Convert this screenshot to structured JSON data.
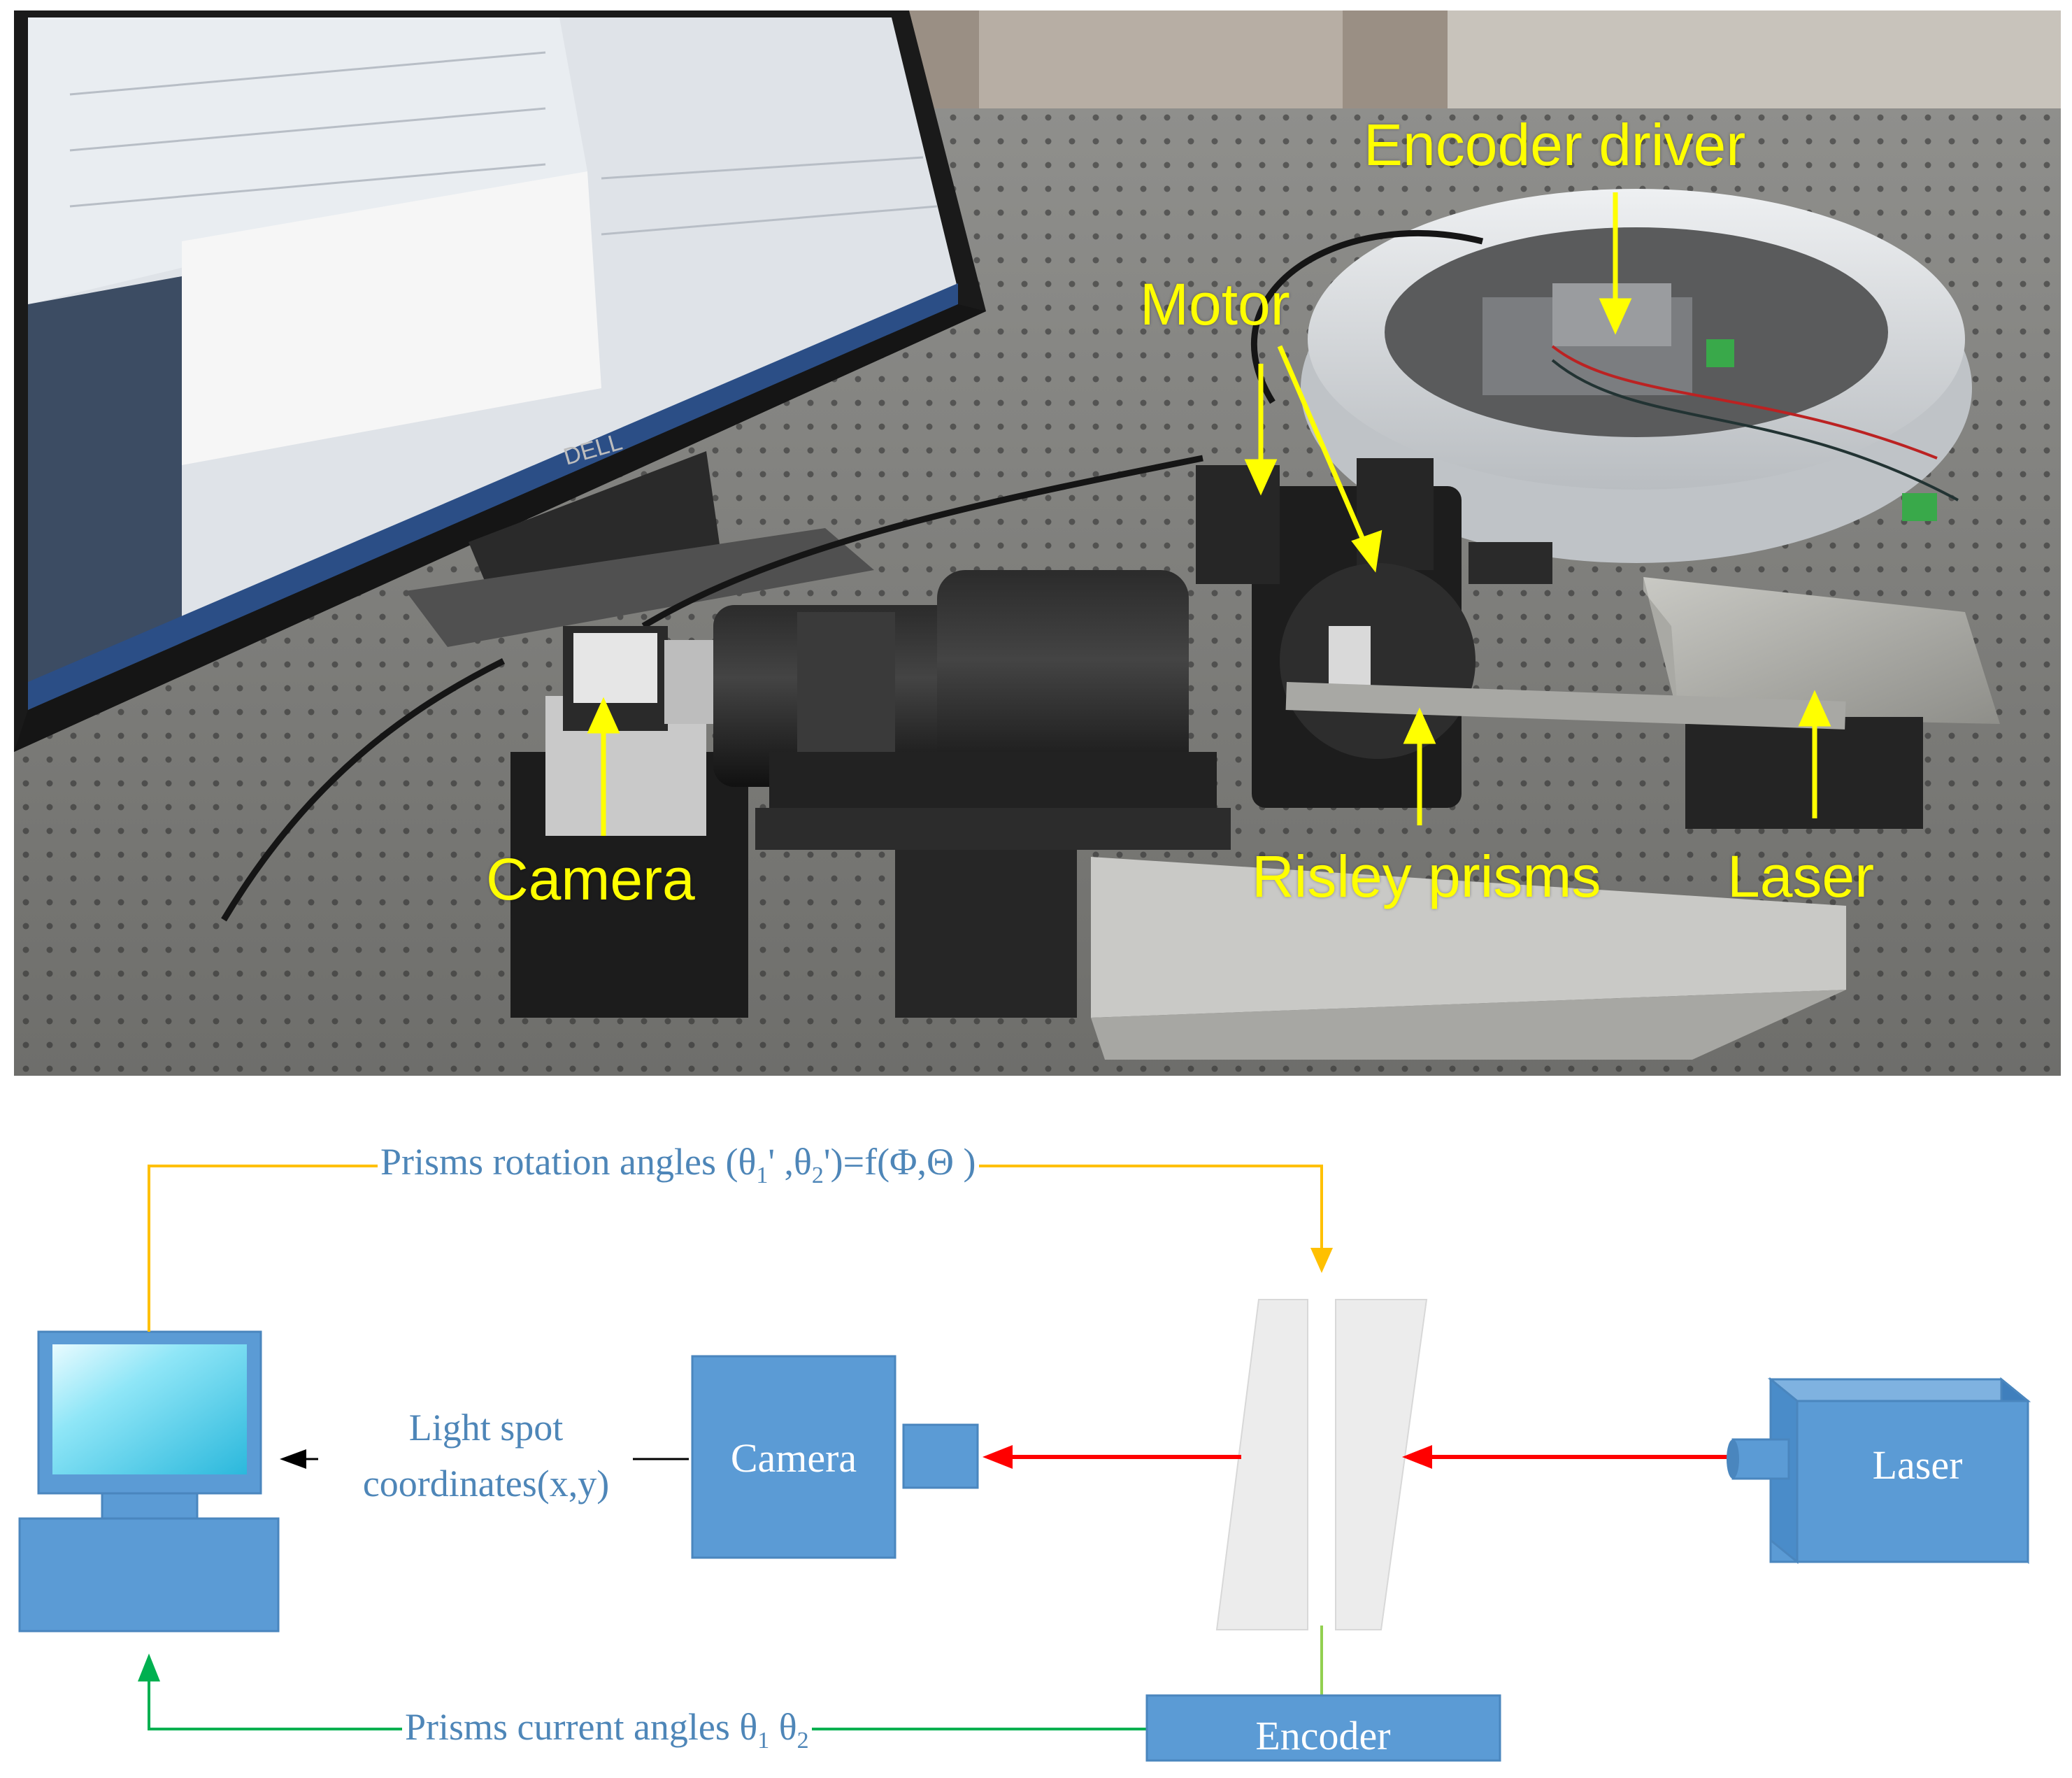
{
  "photo": {
    "labels": {
      "encoder_driver": "Encoder driver",
      "motor": "Motor",
      "camera": "Camera",
      "risley_prisms": "Risley prisms",
      "laser": "Laser"
    },
    "monitor_brand": "DELL",
    "label_color": "#ffff00"
  },
  "diagram": {
    "top_signal": {
      "prefix": "Prisms rotation angles (θ",
      "s1": "1",
      "mid": "' ,θ",
      "s2": "2",
      "suffix": "')=f(Φ,Θ )"
    },
    "light_spot": {
      "line1": "Light spot",
      "line2": "coordinates(x,y)"
    },
    "bottom_signal": {
      "prefix": "Prisms current angles θ",
      "s1": "1",
      "mid": " θ",
      "s2": "2"
    },
    "camera_label": "Camera",
    "laser_label": "Laser",
    "encoder_label": "Encoder",
    "colors": {
      "box_blue": "#5b9bd5",
      "text_blue": "#4e86b8",
      "orange_line": "#ffc000",
      "green_line": "#00b050",
      "red_beam": "#ff0000",
      "prism_fill": "#ececec"
    }
  }
}
